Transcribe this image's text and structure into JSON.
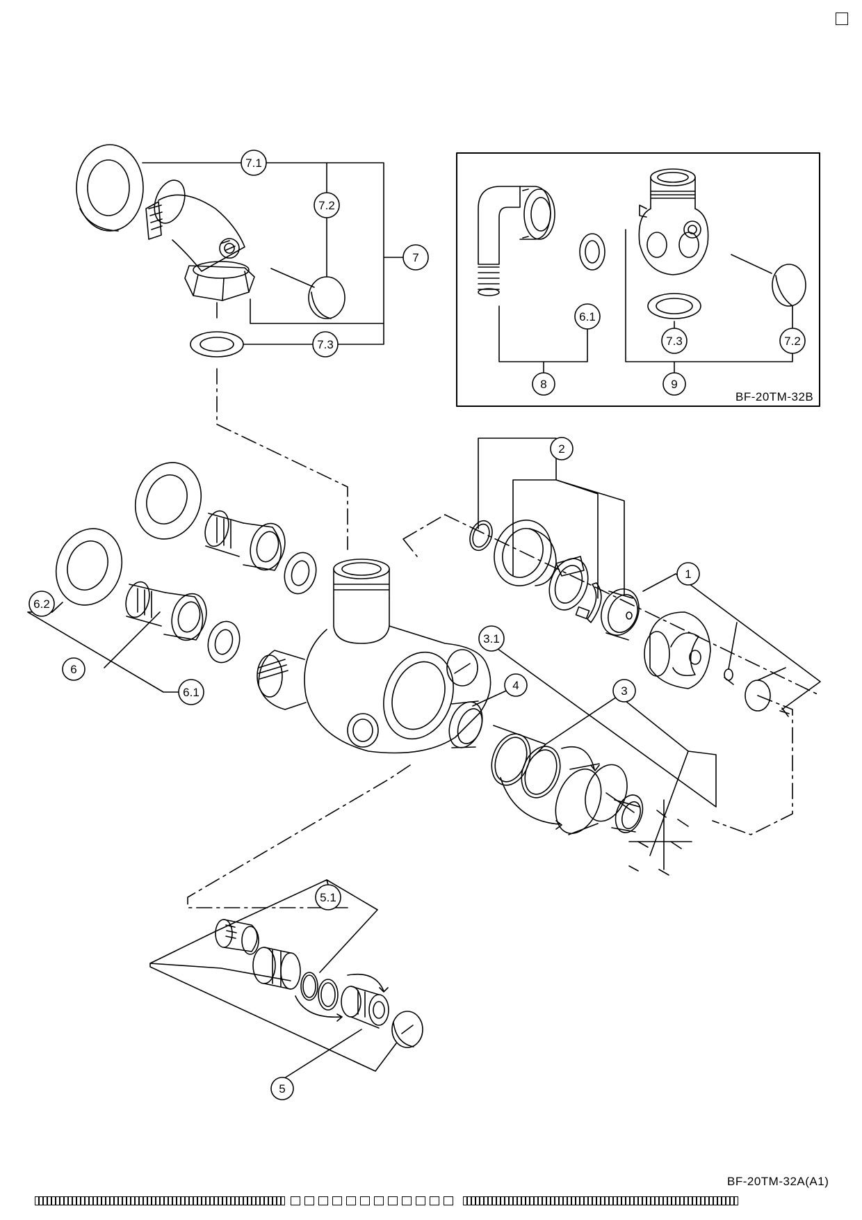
{
  "callouts": {
    "c7_1": "7.1",
    "c7_2": "7.2",
    "c7": "7",
    "c7_3": "7.3",
    "c8": "8",
    "c6_1_inset": "6.1",
    "c7_3_inset": "7.3",
    "c7_2_inset": "7.2",
    "c9": "9",
    "c2": "2",
    "c1": "1",
    "c3_1": "3.1",
    "c4": "4",
    "c3": "3",
    "c6_2": "6.2",
    "c6": "6",
    "c6_1": "6.1",
    "c5_1": "5.1",
    "c5": "5"
  },
  "inset_code": "BF-20TM-32B",
  "drawing_code": "BF-20TM-32A(A1)"
}
